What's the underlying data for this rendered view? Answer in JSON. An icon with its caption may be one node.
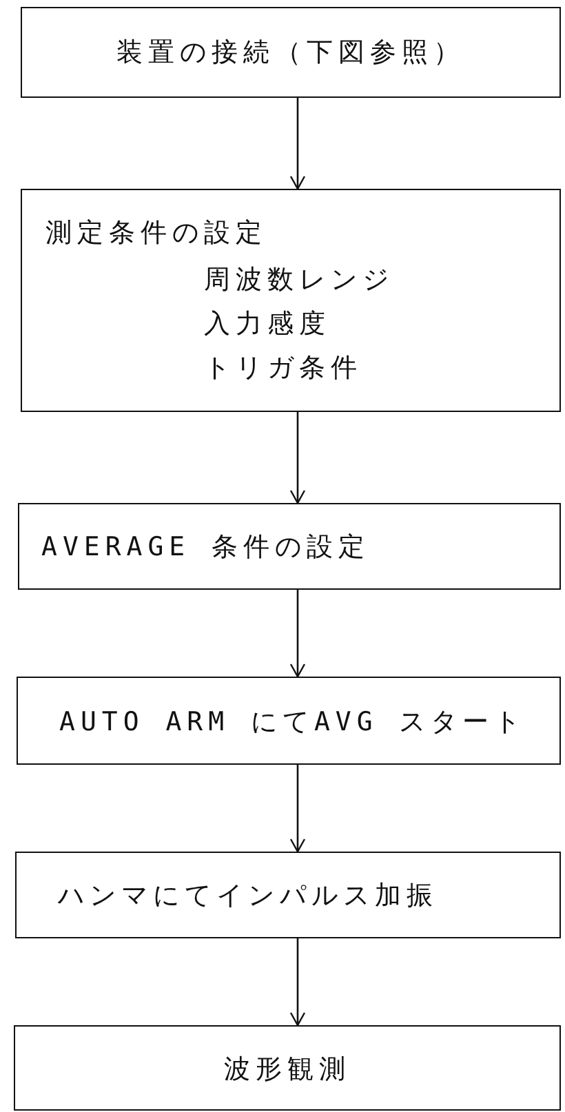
{
  "diagram": {
    "nodes": [
      {
        "text": [
          "装置の接続（下図参照）"
        ]
      },
      {
        "text": [
          "測定条件の設定",
          "周波数レンジ",
          "入力感度",
          "トリガ条件"
        ]
      },
      {
        "text": [
          "AVERAGE 条件の設定"
        ]
      },
      {
        "text": [
          "AUTO ARM にてAVG スタート"
        ]
      },
      {
        "text": [
          "ハンマにてインパルス加振"
        ]
      },
      {
        "text": [
          "波形観測"
        ]
      }
    ],
    "edges": [
      {
        "from": 0,
        "to": 1,
        "arrow": "to"
      },
      {
        "from": 1,
        "to": 2,
        "arrow": "to"
      },
      {
        "from": 2,
        "to": 3,
        "arrow": "to"
      },
      {
        "from": 3,
        "to": 4,
        "arrow": "to"
      },
      {
        "from": 4,
        "to": 5,
        "arrow": "to"
      }
    ]
  }
}
